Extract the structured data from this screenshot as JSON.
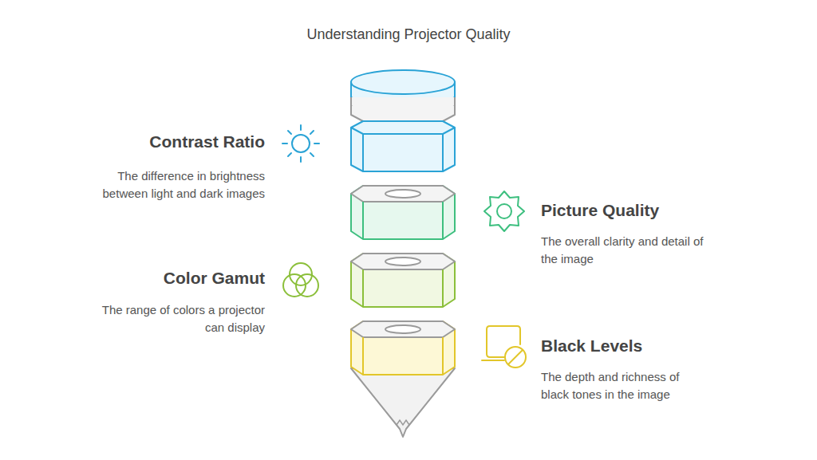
{
  "diagram": {
    "title": "Understanding Projector Quality",
    "labels": [
      "Contrast Ratio",
      "The difference in brightness between light and dark images",
      "Picture Quality",
      "The overall clarity and detail of the image",
      "Color Gamut",
      "The range of colors a projector can display",
      "Black Levels",
      "The depth and richness of black tones in the image"
    ]
  }
}
